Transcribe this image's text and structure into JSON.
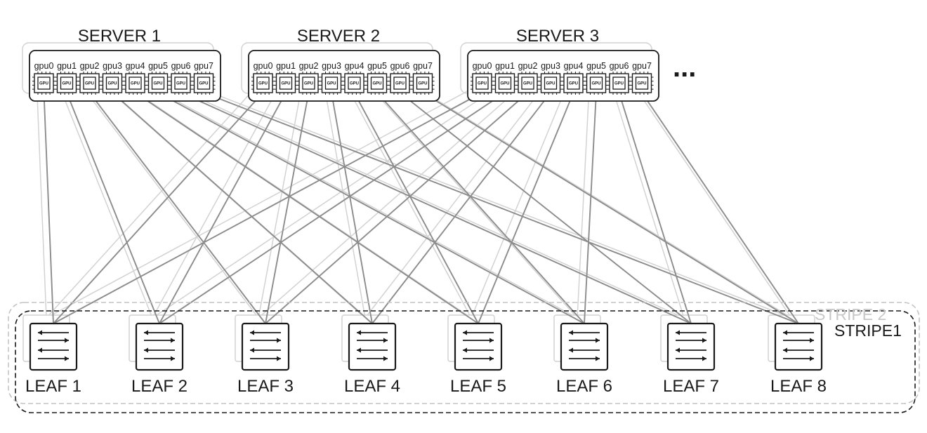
{
  "servers": [
    {
      "label": "SERVER 1",
      "gpus": [
        "gpu0",
        "gpu1",
        "gpu2",
        "gpu3",
        "gpu4",
        "gpu5",
        "gpu6",
        "gpu7"
      ]
    },
    {
      "label": "SERVER 2",
      "gpus": [
        "gpu0",
        "gpu1",
        "gpu2",
        "gpu3",
        "gpu4",
        "gpu5",
        "gpu6",
        "gpu7"
      ]
    },
    {
      "label": "SERVER 3",
      "gpus": [
        "gpu0",
        "gpu1",
        "gpu2",
        "gpu3",
        "gpu4",
        "gpu5",
        "gpu6",
        "gpu7"
      ]
    }
  ],
  "gpu_chip_text": "GPU",
  "more_indicator": "...",
  "leaves": [
    "LEAF 1",
    "LEAF 2",
    "LEAF 3",
    "LEAF 4",
    "LEAF 5",
    "LEAF 6",
    "LEAF 7",
    "LEAF 8"
  ],
  "stripes": {
    "primary": "STRIPE1",
    "secondary": "STRIPE 2"
  },
  "connections": "each gpuN connects to LEAF N+1 on every server",
  "colors": {
    "ink": "#1a1a1a",
    "link": "#8c8c8c",
    "ghost": "#d2d2d2",
    "ghost_text": "#c8c8c8"
  }
}
